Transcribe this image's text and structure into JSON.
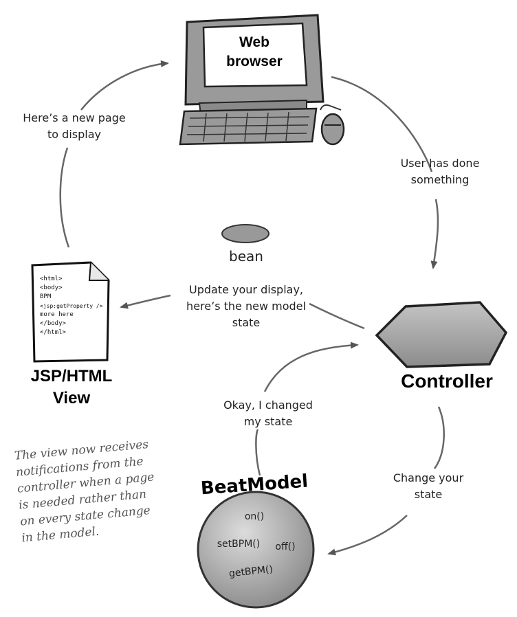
{
  "browser": {
    "label_line1": "Web",
    "label_line2": "browser"
  },
  "arrows": {
    "new_page": [
      "Here’s a new page",
      "to display"
    ],
    "user_action": [
      "User has done",
      "something"
    ],
    "update_display": [
      "Update your display,",
      "here’s the new model",
      "state"
    ],
    "changed_state": [
      "Okay, I changed",
      "my state"
    ],
    "change_state": [
      "Change your",
      "state"
    ]
  },
  "bean": {
    "label": "bean"
  },
  "view": {
    "code_lines": [
      "<html>",
      "<body>",
      "BPM",
      "<jsp:getProperty />",
      "more here",
      "</body>",
      "</html>"
    ],
    "title_line1": "JSP/HTML",
    "title_line2": "View"
  },
  "controller": {
    "label": "Controller"
  },
  "model": {
    "title": "BeatModel",
    "methods": [
      "on()",
      "setBPM()",
      "off()",
      "getBPM()"
    ]
  },
  "note": {
    "lines": [
      "The view now receives",
      "notifications from the",
      "controller when a page",
      "is needed rather than",
      "on every state change",
      "in the model."
    ]
  }
}
